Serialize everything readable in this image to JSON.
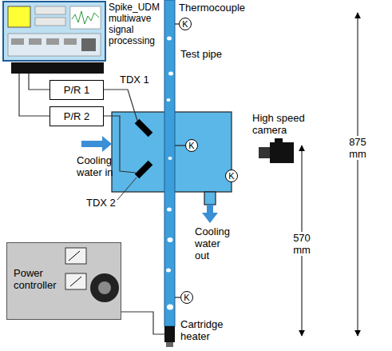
{
  "diagram": {
    "nodes": [
      {
        "text": [
          "K"
        ]
      },
      {
        "text": [
          "P/R 1"
        ]
      },
      {
        "text": [
          "P/R 2"
        ]
      },
      {
        "text": [
          "K"
        ]
      },
      {
        "text": [
          "K"
        ]
      },
      {
        "text": [
          "Power controller"
        ]
      },
      {
        "text": [
          "K"
        ]
      }
    ],
    "labels": [
      "Spike_UDM multiwave signal processing",
      "Thermocouple",
      "Test pipe",
      "TDX 1",
      "TDX 2",
      "Cooling water in",
      "High speed camera",
      "Cooling water out",
      "875 mm",
      "570 mm",
      "Cartridge heater"
    ]
  }
}
